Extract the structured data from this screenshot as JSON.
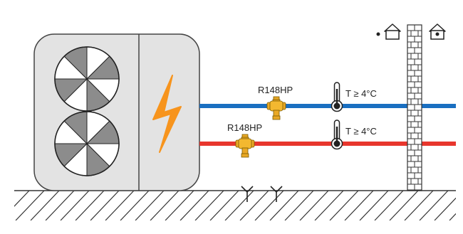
{
  "colors": {
    "background": "#ffffff",
    "unit_fill": "#e3e3e3",
    "fan_dark": "#8c8c8c",
    "bolt": "#f7941d",
    "pipe_cold": "#1a6fc1",
    "pipe_hot": "#e8362d",
    "valve": "#e9a825",
    "line": "#333333"
  },
  "icons": [
    "fan-icon",
    "lightning-bolt-icon",
    "valve-icon",
    "thermometer-icon",
    "house-icon",
    "brick-wall-icon",
    "drain-icon"
  ],
  "labels": {
    "valve_upper": "R148HP",
    "valve_lower": "R148HP",
    "temp_upper": "T ≥ 4°C",
    "temp_lower": "T ≥ 4°C"
  }
}
